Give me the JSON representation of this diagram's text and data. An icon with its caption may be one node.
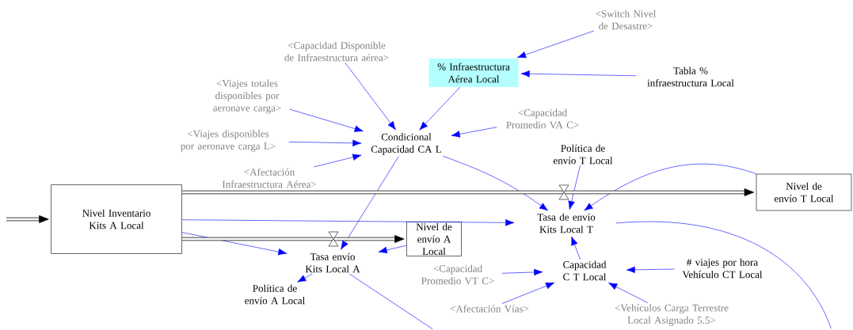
{
  "diagram": {
    "nodes": [
      {
        "text": [
          "% Infraestructura Aérea Local"
        ]
      },
      {
        "text": [
          "<Switch Nivel de Desastre>"
        ]
      },
      {
        "text": [
          "Tabla % infraestructura Local"
        ]
      },
      {
        "text": [
          "<Capacidad Disponible de Infraestructura aérea>"
        ]
      },
      {
        "text": [
          "<Viajes totales disponibles por aeronave carga>"
        ]
      },
      {
        "text": [
          "<Viajes disponibles por aeronave carga L>"
        ]
      },
      {
        "text": [
          "Condicional Capacidad CA L"
        ]
      },
      {
        "text": [
          "<Capacidad Promedio VA C>"
        ]
      },
      {
        "text": [
          "<Afectación Infraestructura Aérea>"
        ]
      },
      {
        "text": [
          "Política de envío T Local"
        ]
      },
      {
        "text": [
          "Nivel Inventario Kits A Local"
        ]
      },
      {
        "text": [
          "Nivel de envío T Local"
        ]
      },
      {
        "text": [
          "Tasa de envío Kits Local T"
        ]
      },
      {
        "text": [
          "Nivel de envío A Local"
        ]
      },
      {
        "text": [
          "Tasa envío Kits Local A"
        ]
      },
      {
        "text": [
          "Política de envío A Local"
        ]
      },
      {
        "text": [
          "Capacidad C T Local"
        ]
      },
      {
        "text": [
          "# viajes por hora Vehículo CT Local"
        ]
      },
      {
        "text": [
          "<Capacidad Promedio VT C>"
        ]
      },
      {
        "text": [
          "<Afectación Vías>"
        ]
      },
      {
        "text": [
          "<Vehículos Carga Terrestre Local Asignado 5.5>"
        ]
      }
    ],
    "edges": [
      {
        "from": 1,
        "to": 0,
        "arrow": "to"
      },
      {
        "from": 2,
        "to": 0,
        "arrow": "to"
      },
      {
        "from": 0,
        "to": 6,
        "arrow": "to"
      },
      {
        "from": 3,
        "to": 6,
        "arrow": "to"
      },
      {
        "from": 4,
        "to": 6,
        "arrow": "to"
      },
      {
        "from": 5,
        "to": 6,
        "arrow": "to"
      },
      {
        "from": 7,
        "to": 6,
        "arrow": "to"
      },
      {
        "from": 8,
        "to": 6,
        "arrow": "to"
      },
      {
        "from": 6,
        "to": 12,
        "arrow": "to"
      },
      {
        "from": 6,
        "to": 14,
        "arrow": "to"
      },
      {
        "from": 9,
        "to": 12,
        "arrow": "to"
      },
      {
        "from": 11,
        "to": 12,
        "arrow": "to"
      },
      {
        "from": 10,
        "to": 12,
        "arrow": "to"
      },
      {
        "from": 10,
        "to": 14,
        "arrow": "to"
      },
      {
        "from": 13,
        "to": 14,
        "arrow": "to"
      },
      {
        "from": 14,
        "to": 15,
        "arrow": "to"
      },
      {
        "from": 16,
        "to": 12,
        "arrow": "to"
      },
      {
        "from": 18,
        "to": 16,
        "arrow": "to"
      },
      {
        "from": 19,
        "to": 16,
        "arrow": "to"
      },
      {
        "from": 17,
        "to": 16,
        "arrow": "to"
      },
      {
        "from": 20,
        "to": 16,
        "arrow": "to"
      },
      {
        "from": 12,
        "to": null,
        "arrow": "none"
      },
      {
        "from": 14,
        "to": null,
        "arrow": "none"
      },
      {
        "from": null,
        "to": 10,
        "arrow": "to",
        "style": "thick",
        "color": "#000000"
      },
      {
        "from": 10,
        "to": 11,
        "arrow": "to",
        "style": "thick",
        "color": "#000000"
      },
      {
        "from": 10,
        "to": 13,
        "arrow": "to",
        "style": "thick",
        "color": "#000000"
      }
    ]
  }
}
